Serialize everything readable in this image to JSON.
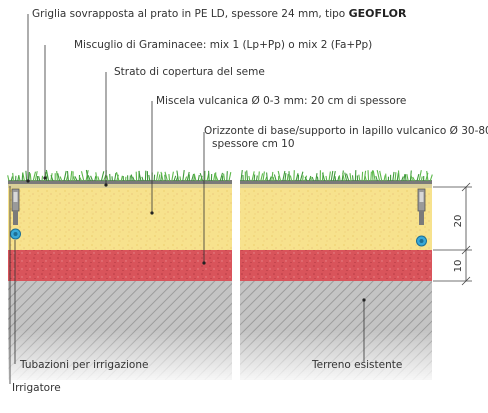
{
  "labels": {
    "grid": "Griglia sovrapposta al prato in PE LD, spessore 24 mm, tipo ",
    "grid_brand": "GEOFLOR",
    "seed_mix": "Miscuglio di Graminacee: mix 1 (Lp+Pp) o mix 2 (Fa+Pp)",
    "seed_cover": "Strato di copertura del seme",
    "volcanic_mix": "Miscela vulcanica Ø 0-3 mm: 20 cm di spessore",
    "base_layer_1": "Orizzonte di base/supporto in lapillo vulcanico Ø 30-80",
    "base_layer_2": "spessore cm 10",
    "pipes": "Tubazioni per irrigazione",
    "sprinkler": "Irrigatore",
    "soil": "Terreno esistente"
  },
  "dimensions": {
    "upper": "20",
    "lower": "10"
  },
  "colors": {
    "grass": "#3f9a3a",
    "grid": "#777777",
    "sand": "#f7e28d",
    "lapilli": "#d9545b",
    "soil": "#b5b5b5",
    "pipe": "#38a8d8"
  }
}
